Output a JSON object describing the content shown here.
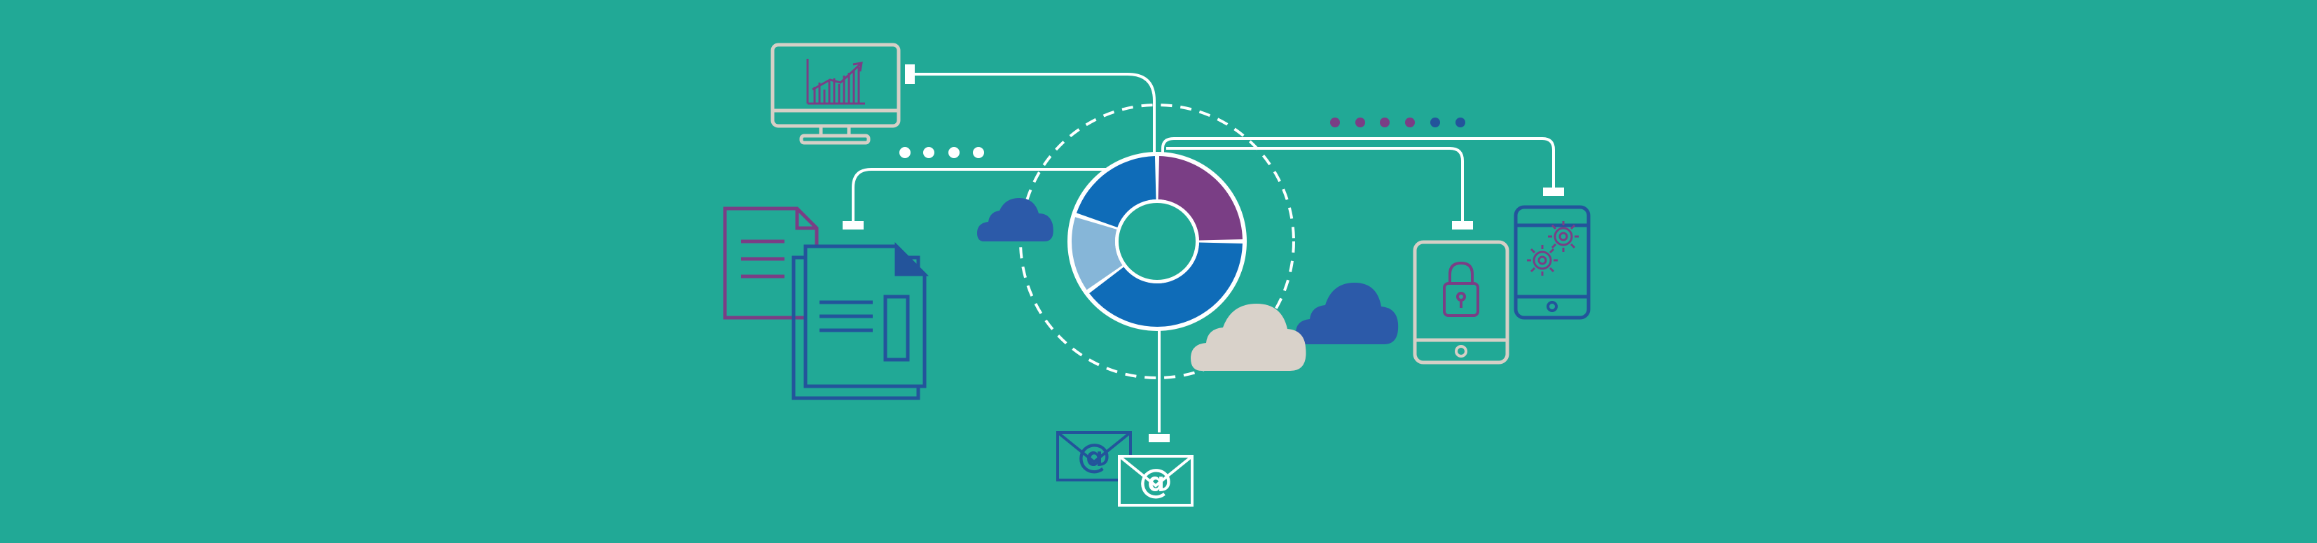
{
  "colors": {
    "background": "#21a996",
    "line": "#ffffff",
    "light_gray": "#d6cfc6",
    "navy": "#23549b",
    "blue": "#0f6cb8",
    "light_blue": "#86b6d8",
    "purple": "#7a3e85",
    "cloud_blue": "#2c5aa9",
    "cloud_gray": "#d9d2ca"
  },
  "icons": {
    "monitor": "monitor-with-chart-icon",
    "documents": "documents-icon",
    "donut": "donut-chart-icon",
    "mail": "email-icon",
    "cloud": "cloud-icon",
    "tablet": "tablet-lock-icon",
    "phone": "phone-gears-icon"
  },
  "email_glyph": "@",
  "donut_segments": [
    {
      "name": "purple",
      "color": "#7a3e85",
      "fraction": 0.25
    },
    {
      "name": "blue-main",
      "color": "#0f6cb8",
      "fraction": 0.4
    },
    {
      "name": "light-blue",
      "color": "#86b6d8",
      "fraction": 0.15
    },
    {
      "name": "blue-top",
      "color": "#0f6cb8",
      "fraction": 0.2
    }
  ]
}
